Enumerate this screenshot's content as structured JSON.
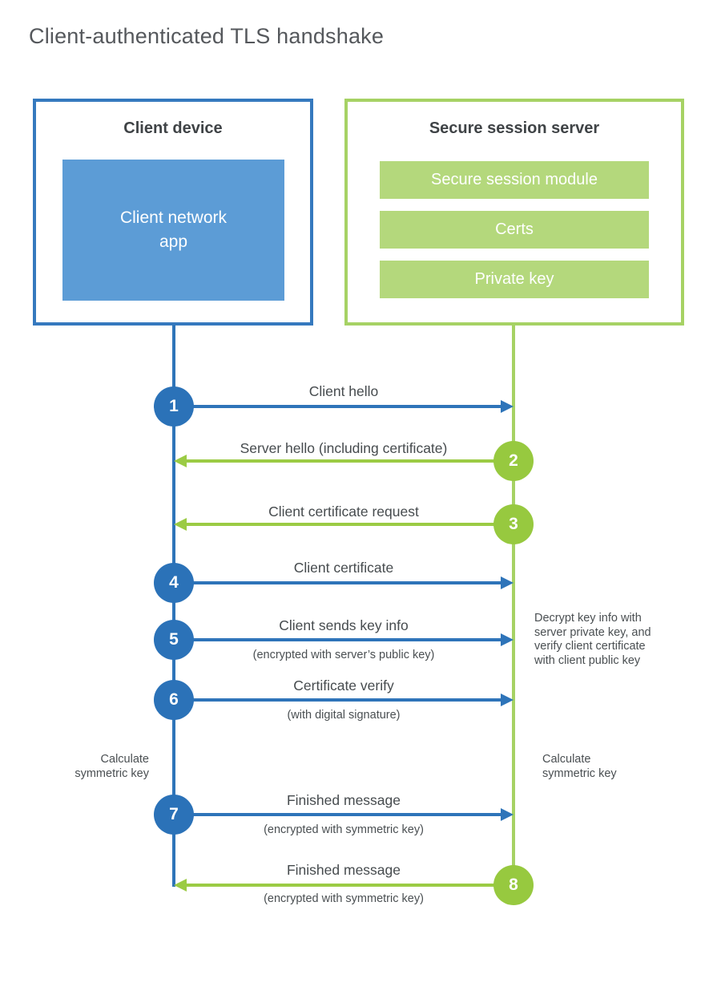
{
  "title": "Client-authenticated TLS handshake",
  "colors": {
    "blue_border": "#3579be",
    "blue_accent": "#2b72b8",
    "blue_fill": "#5c9cd6",
    "green_border": "#a6d264",
    "green_accent": "#97c93f",
    "green_fill": "#b4d87c",
    "text_dark": "#3f4346",
    "text_gray": "#55585c"
  },
  "client_box": {
    "title": "Client device",
    "app_label": "Client network\napp"
  },
  "server_box": {
    "title": "Secure session server",
    "modules": [
      {
        "label": "Secure session module"
      },
      {
        "label": "Certs"
      },
      {
        "label": "Private key"
      }
    ]
  },
  "messages": [
    {
      "num": "1",
      "direction": "client-to-server",
      "label": "Client hello",
      "sub": ""
    },
    {
      "num": "2",
      "direction": "server-to-client",
      "label": "Server hello (including certificate)",
      "sub": ""
    },
    {
      "num": "3",
      "direction": "server-to-client",
      "label": "Client certificate request",
      "sub": ""
    },
    {
      "num": "4",
      "direction": "client-to-server",
      "label": "Client certificate",
      "sub": ""
    },
    {
      "num": "5",
      "direction": "client-to-server",
      "label": "Client sends key info",
      "sub": "(encrypted with server’s public key)"
    },
    {
      "num": "6",
      "direction": "client-to-server",
      "label": "Certificate verify",
      "sub": "(with digital signature)"
    },
    {
      "num": "7",
      "direction": "client-to-server",
      "label": "Finished message",
      "sub": "(encrypted with symmetric key)"
    },
    {
      "num": "8",
      "direction": "server-to-client",
      "label": "Finished message",
      "sub": "(encrypted with symmetric key)"
    }
  ],
  "annotations": {
    "decrypt_note": "Decrypt key info with\nserver private key, and\nverify client certificate\nwith client public key",
    "calc_left": "Calculate\nsymmetric key",
    "calc_right": "Calculate\nsymmetric key"
  }
}
